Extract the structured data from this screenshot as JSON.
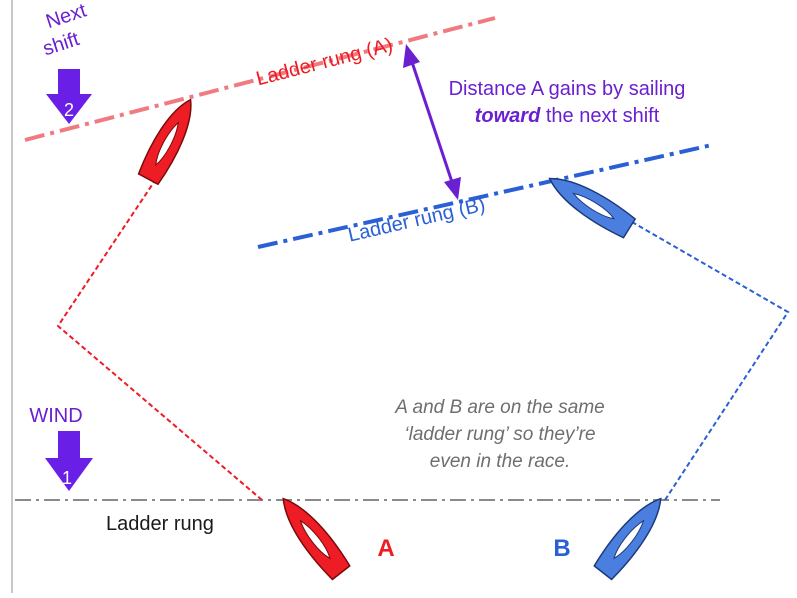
{
  "labels": {
    "next_shift_line1": "Next",
    "next_shift_line2": "shift",
    "arrow_2_number": "2",
    "wind": "WIND",
    "arrow_1_number": "1",
    "rung_a": "Ladder rung (A)",
    "rung_b": "Ladder rung (B)",
    "rung_bottom": "Ladder rung",
    "distance_line1": "Distance A gains by sailing",
    "distance_emph": "toward",
    "distance_rest": " the next shift",
    "note_line1": "A and B are on the same",
    "note_line2": "‘ladder rung’ so they’re",
    "note_line3": "even in the race.",
    "boat_a": "A",
    "boat_b": "B"
  },
  "colors": {
    "red": "#ee1c24",
    "red_light": "#f07a80",
    "blue": "#2a5fd6",
    "blue_boat": "#4a7fe0",
    "purple": "#6a1fd0",
    "arrow_purple": "#6a1fe6",
    "gray_line": "#8a8a8a",
    "note_gray": "#6e6e6e"
  }
}
